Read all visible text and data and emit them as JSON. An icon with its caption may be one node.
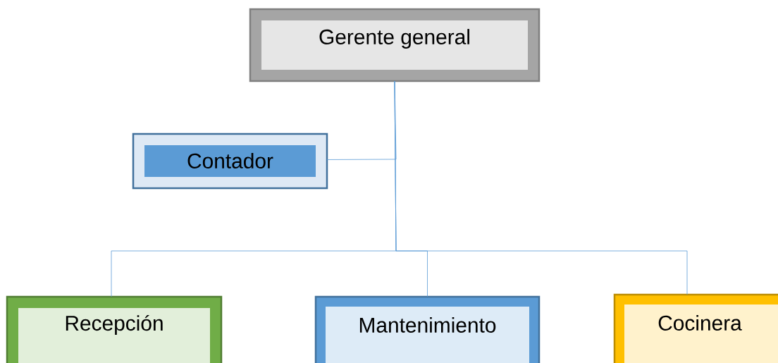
{
  "diagram": {
    "nodes": [
      {
        "text": [
          "Gerente general"
        ]
      },
      {
        "text": [
          "Contador"
        ]
      },
      {
        "text": [
          "Recepción"
        ]
      },
      {
        "text": [
          "Mantenimiento"
        ]
      },
      {
        "text": [
          "Cocinera"
        ]
      }
    ],
    "edges": [
      {
        "from": 0,
        "to": 1,
        "arrow": "none"
      },
      {
        "from": 0,
        "to": 2,
        "arrow": "none"
      },
      {
        "from": 0,
        "to": 3,
        "arrow": "none"
      },
      {
        "from": 0,
        "to": 4,
        "arrow": "none"
      }
    ]
  }
}
